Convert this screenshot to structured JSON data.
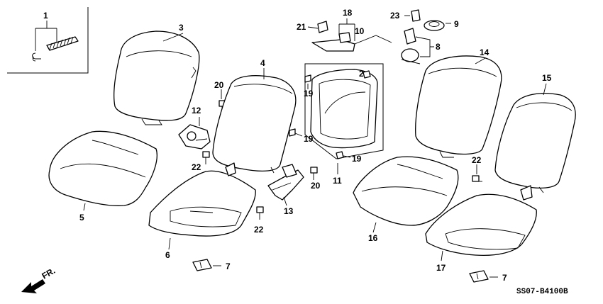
{
  "callouts": {
    "c1": "1",
    "c2": "2",
    "c3": "3",
    "c4": "4",
    "c5": "5",
    "c6": "6",
    "c7a": "7",
    "c7b": "7",
    "c8": "8",
    "c9": "9",
    "c10": "10",
    "c11": "11",
    "c12": "12",
    "c13": "13",
    "c14": "14",
    "c15": "15",
    "c16": "16",
    "c17": "17",
    "c18": "18",
    "c19a": "19",
    "c19b": "19",
    "c19c": "19",
    "c20a": "20",
    "c20b": "20",
    "c21": "21",
    "c22a": "22",
    "c22b": "22",
    "c22c": "22",
    "c23": "23"
  },
  "direction_label": "FR.",
  "diagram_code": "SS07-B4100B"
}
